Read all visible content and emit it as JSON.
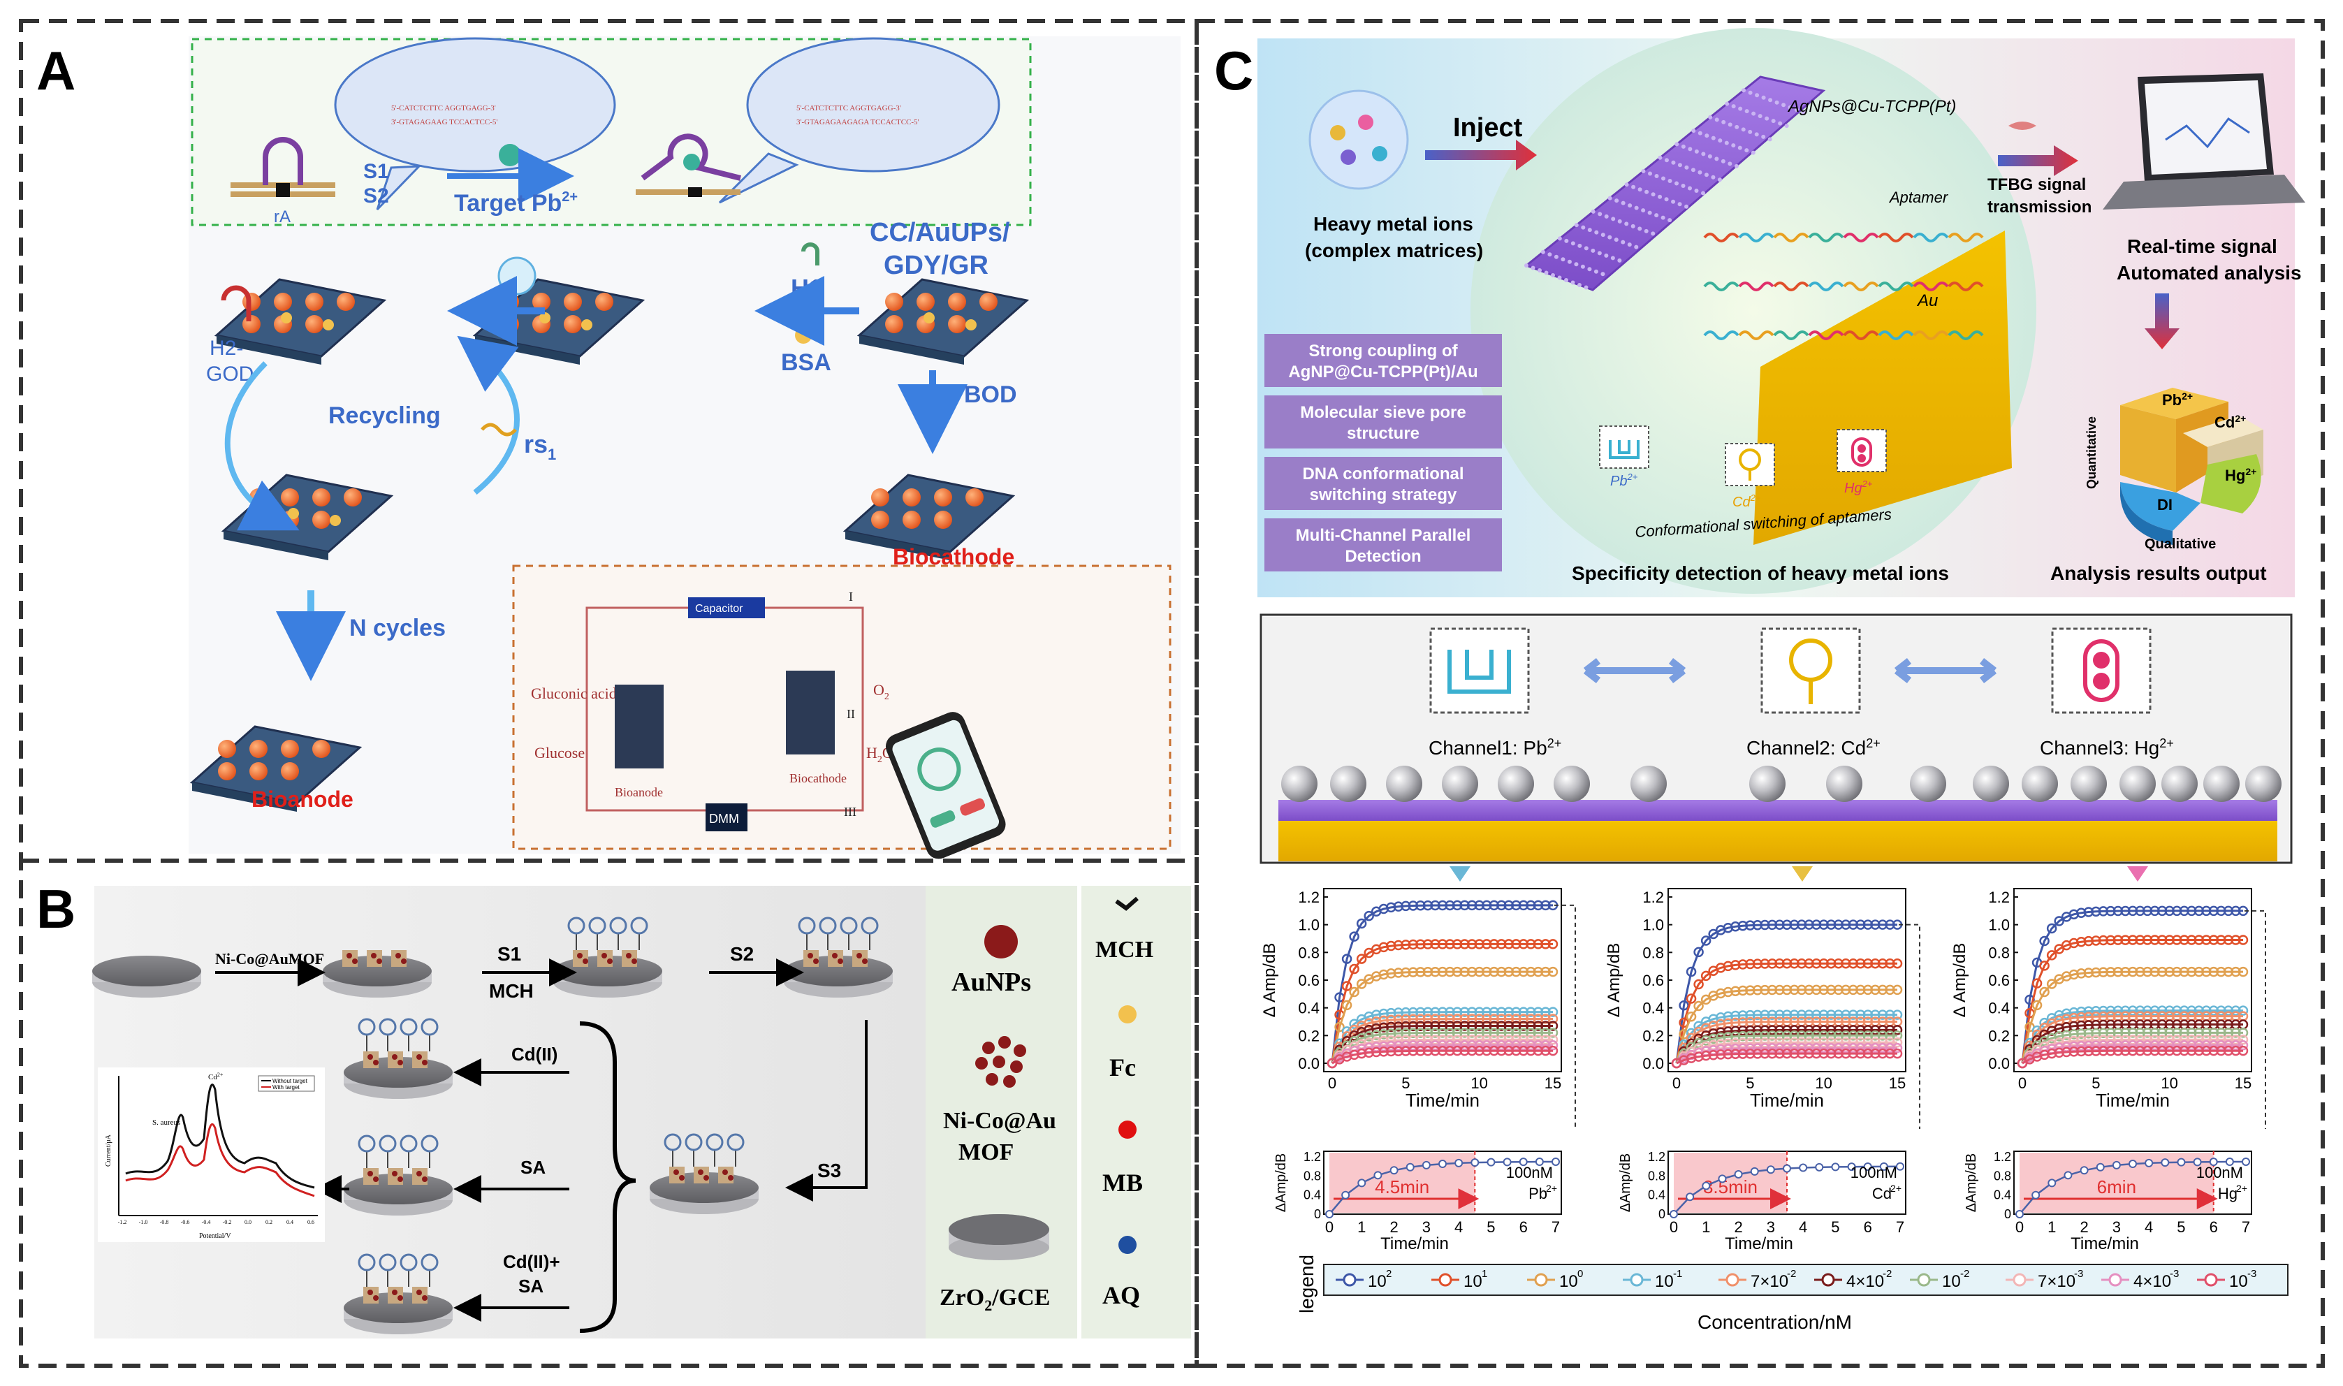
{
  "panel_labels": {
    "a": "A",
    "b": "B",
    "c": "C"
  },
  "panel_a": {
    "strands": {
      "s1": "S1",
      "s2": "S2",
      "ra": "rA"
    },
    "target": "Target Pb",
    "target_sup": "2+",
    "electrode": "CC/AuUPs/",
    "electrode_l2": "GDY/GR",
    "h1": "H1",
    "bsa": "BSA",
    "h2": "H2-",
    "god": "GOD",
    "recycling": "Recycling",
    "rs": "rs",
    "rs_sub": "1",
    "bod": "BOD",
    "biocathode": "Biocathode",
    "ncycles": "N cycles",
    "bioanode": "Bioanode",
    "circuit": {
      "capacitor": "Capacitor",
      "gluconic": "Gluconic acid",
      "glucose": "Glucose",
      "o2": "O",
      "h2o": "H",
      "bioanode": "Bioanode",
      "biocathode": "Biocathode",
      "dmm": "DMM",
      "sw1": "I",
      "sw2": "II",
      "sw3": "III"
    }
  },
  "panel_b": {
    "nicomof": "Ni-Co@AuMOF",
    "s1": "S1",
    "mch": "MCH",
    "s2": "S2",
    "s3": "S3",
    "cd": "Cd(II)",
    "sa": "SA",
    "cdsa1": "Cd(II)+",
    "cdsa2": "SA",
    "voltammogram": {
      "ylabel": "Current/μA",
      "xlabel": "Potential/V",
      "peak1": "S. aureus",
      "peak2": "Cd",
      "legend1": "Without target",
      "legend2": "With target",
      "ticks": [
        "-1.2",
        "-1.0",
        "-0.8",
        "-0.6",
        "-0.4",
        "-0.2",
        "0.0",
        "0.2",
        "0.4",
        "0.6"
      ]
    },
    "legend": {
      "aunps": "AuNPs",
      "mof1": "Ni-Co@Au",
      "mof2": "MOF",
      "gce": "ZrO",
      "gce_sub": "2",
      "gce2": "/GCE",
      "mch": "MCH",
      "fc": "Fc",
      "mb": "MB",
      "aq": "AQ"
    },
    "colors": {
      "aunps": "#8b1a1a",
      "fc": "#f2c14e",
      "mb": "#e01010",
      "aq": "#1f4fa0"
    }
  },
  "panel_c": {
    "inject": "Inject",
    "heavy1": "Heavy metal ions",
    "heavy2": "(complex matrices)",
    "material": "AgNPs@Cu-TCPP(Pt)",
    "aptamer": "Aptamer",
    "au": "Au",
    "tfbg1": "TFBG signal",
    "tfbg2": "transmission",
    "realtime1": "Real-time signal",
    "realtime2": "Automated analysis",
    "features": [
      [
        "Strong coupling of",
        "AgNP@Cu-TCPP(Pt)/Au"
      ],
      [
        "Molecular sieve pore",
        "structure"
      ],
      [
        "DNA conformational",
        "switching strategy"
      ],
      [
        "Multi-Channel Parallel",
        "Detection"
      ]
    ],
    "ions": {
      "pb": "Pb",
      "cd": "Cd",
      "hg": "Hg",
      "sup": "2+"
    },
    "conformational": "Conformational switching of aptamers",
    "specificity": "Specificity  detection of heavy metal ions",
    "analysis_out": "Analysis  results output",
    "pie": {
      "quantitative": "Quantitative",
      "qualitative": "Qualitative",
      "di": "DI"
    },
    "channels": [
      {
        "label": "Channel1: Pb",
        "sup": "2+"
      },
      {
        "label": "Channel2: Cd",
        "sup": "2+"
      },
      {
        "label": "Channel3: Hg",
        "sup": "2+"
      }
    ],
    "legend_title": "legend",
    "legend_xlabel": "Concentration/nM"
  },
  "chart_data": [
    {
      "type": "line",
      "title": "",
      "xlabel": "Time/min",
      "ylabel": "Δ Amp/dB",
      "xlim": [
        0,
        15
      ],
      "ylim": [
        0,
        1.2
      ],
      "xticks": [
        "0",
        "5",
        "10",
        "15"
      ],
      "yticks": [
        "0.0",
        "0.2",
        "0.4",
        "0.6",
        "0.8",
        "1.0",
        "1.2"
      ],
      "series_plateaus": [
        1.14,
        0.86,
        0.66,
        0.37,
        0.32,
        0.27,
        0.22,
        0.17,
        0.13,
        0.09
      ]
    },
    {
      "type": "line",
      "title": "",
      "xlabel": "Time/min",
      "ylabel": "Δ Amp/dB",
      "xlim": [
        0,
        15
      ],
      "ylim": [
        0,
        1.2
      ],
      "xticks": [
        "0",
        "5",
        "10",
        "15"
      ],
      "yticks": [
        "0.0",
        "0.2",
        "0.4",
        "0.6",
        "0.8",
        "1.0",
        "1.2"
      ],
      "series_plateaus": [
        1.0,
        0.72,
        0.53,
        0.35,
        0.3,
        0.24,
        0.2,
        0.15,
        0.11,
        0.07
      ]
    },
    {
      "type": "line",
      "title": "",
      "xlabel": "Time/min",
      "ylabel": "Δ Amp/dB",
      "xlim": [
        0,
        15
      ],
      "ylim": [
        0,
        1.2
      ],
      "xticks": [
        "0",
        "5",
        "10",
        "15"
      ],
      "yticks": [
        "0.0",
        "0.2",
        "0.4",
        "0.6",
        "0.8",
        "1.0",
        "1.2"
      ],
      "series_plateaus": [
        1.1,
        0.89,
        0.66,
        0.38,
        0.34,
        0.28,
        0.22,
        0.17,
        0.13,
        0.09
      ]
    },
    {
      "type": "line",
      "xlabel": "Time/min",
      "ylabel": "ΔAmp/dB",
      "xlim": [
        0,
        7
      ],
      "ylim": [
        0,
        1.2
      ],
      "xticks": [
        "0",
        "1",
        "2",
        "3",
        "4",
        "5",
        "6",
        "7"
      ],
      "yticks": [
        "0",
        "0.2",
        "0.4",
        "0.6",
        "0.8",
        "1.0",
        "1.2"
      ],
      "plateau": 1.1,
      "response_time_min": 4.5,
      "response_label": "4.5min",
      "conc_label": "100nM",
      "ion": "Pb",
      "ion_sup": "2+"
    },
    {
      "type": "line",
      "xlabel": "Time/min",
      "ylabel": "ΔAmp/dB",
      "xlim": [
        0,
        7
      ],
      "ylim": [
        0,
        1.2
      ],
      "xticks": [
        "0",
        "1",
        "2",
        "3",
        "4",
        "5",
        "6",
        "7"
      ],
      "yticks": [
        "0",
        "0.2",
        "0.4",
        "0.6",
        "0.8",
        "1.0",
        "1.2"
      ],
      "plateau": 1.0,
      "response_time_min": 3.5,
      "response_label": "3.5min",
      "conc_label": "100nM",
      "ion": "Cd",
      "ion_sup": "2+"
    },
    {
      "type": "line",
      "xlabel": "Time/min",
      "ylabel": "ΔAmp/dB",
      "xlim": [
        0,
        7
      ],
      "ylim": [
        0,
        1.2
      ],
      "xticks": [
        "0",
        "1",
        "2",
        "3",
        "4",
        "5",
        "6",
        "7"
      ],
      "yticks": [
        "0",
        "0.2",
        "0.4",
        "0.6",
        "0.8",
        "1.0",
        "1.2"
      ],
      "plateau": 1.1,
      "response_time_min": 6,
      "response_label": "6min",
      "conc_label": "100nM",
      "ion": "Hg",
      "ion_sup": "2+"
    }
  ],
  "series_legend": [
    {
      "base": "10",
      "exp": "2",
      "color": "#3e57a8"
    },
    {
      "base": "10",
      "exp": "1",
      "color": "#e0502a"
    },
    {
      "base": "10",
      "exp": "0",
      "color": "#e0a050"
    },
    {
      "base": "10",
      "exp": "-1",
      "color": "#6ab7d6"
    },
    {
      "base": "7×10",
      "exp": "-2",
      "color": "#f0906a"
    },
    {
      "base": "4×10",
      "exp": "-2",
      "color": "#7a1c1c"
    },
    {
      "base": "10",
      "exp": "-2",
      "color": "#9ab88a"
    },
    {
      "base": "7×10",
      "exp": "-3",
      "color": "#f2b6b6"
    },
    {
      "base": "4×10",
      "exp": "-3",
      "color": "#e58fc0"
    },
    {
      "base": "10",
      "exp": "-3",
      "color": "#e0506a"
    }
  ]
}
